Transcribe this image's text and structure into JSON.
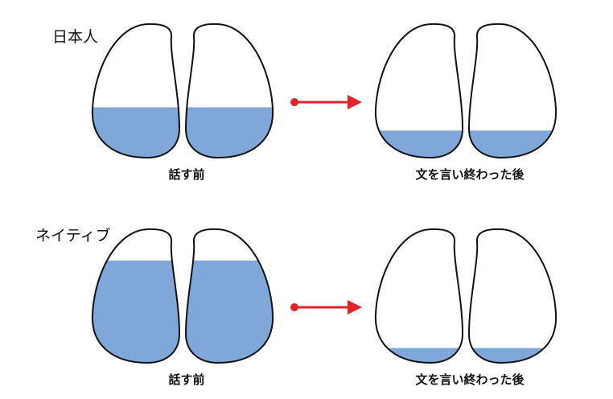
{
  "colors": {
    "fill": "#7fa7d8",
    "outline": "#111111",
    "arrow": "#e0242b",
    "text": "#111111"
  },
  "rows": [
    {
      "label": "日本人",
      "before": {
        "caption": "話す前",
        "fill_level": 0.38
      },
      "after": {
        "caption": "文を言い終わった後",
        "fill_level": 0.21
      }
    },
    {
      "label": "ネイティブ",
      "before": {
        "caption": "話す前",
        "fill_level": 0.76
      },
      "after": {
        "caption": "文を言い終わった後",
        "fill_level": 0.12
      }
    }
  ]
}
